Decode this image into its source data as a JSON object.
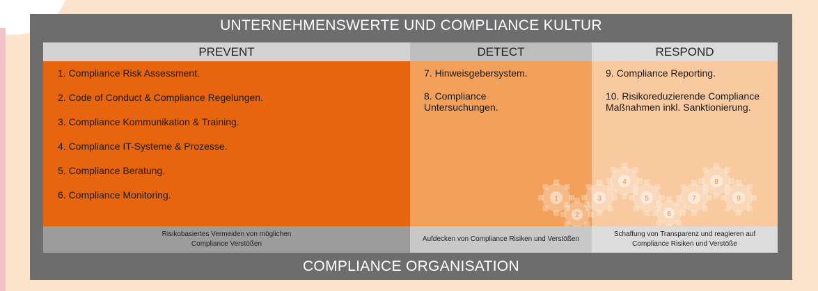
{
  "diagram": {
    "top_title": "UNTERNEHMENSWERTE UND COMPLIANCE KULTUR",
    "bottom_title": "COMPLIANCE ORGANISATION",
    "columns": [
      {
        "header": "PREVENT",
        "items": [
          "1. Compliance Risk Assessment.",
          "2. Code of Conduct & Compliance Regelungen.",
          "3. Compliance Kommunikation & Training.",
          "4. Compliance IT-Systeme & Prozesse.",
          "5. Compliance Beratung.",
          "6. Compliance Monitoring."
        ],
        "footer": "Risikobasiertes Vermeiden von möglichen Compliance Verstößen"
      },
      {
        "header": "DETECT",
        "items": [
          "7. Hinweisgebersystem.",
          "8. Compliance Untersuchungen."
        ],
        "footer": "Aufdecken von Compliance Risiken und Verstößen"
      },
      {
        "header": "RESPOND",
        "items": [
          "9. Compliance Reporting.",
          "10. Risikoreduzierende Compliance Maßnahmen inkl. Sanktionierung."
        ],
        "footer": "Schaffung von Transparenz und reagieren auf Compliance Risiken und Verstöße"
      }
    ],
    "gear_numbers": [
      "1",
      "2",
      "3",
      "4",
      "5",
      "6",
      "7",
      "8",
      "9"
    ],
    "colors": {
      "frame": "#6d6d6d",
      "prevent": "#e8650f",
      "detect": "#f2a05a",
      "respond": "#f9c9a0",
      "background": "#fbe3cc"
    }
  }
}
